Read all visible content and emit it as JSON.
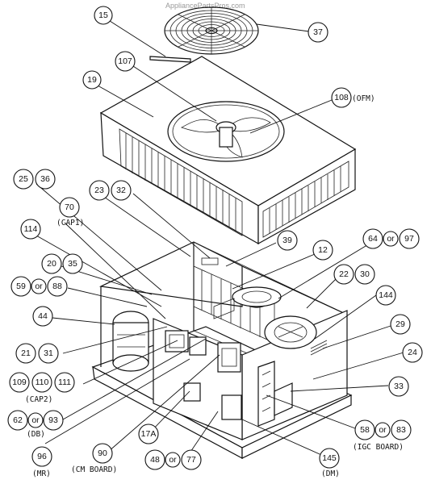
{
  "watermark": "AppliancePartsPros.com",
  "labels": {
    "c15": "15",
    "c37": "37",
    "c107": "107",
    "c19": "19",
    "c108": "108",
    "t_ofm": "(OFM)",
    "c25": "25",
    "c36": "36",
    "c23": "23",
    "c32": "32",
    "c70": "70",
    "t_cap1": "(CAP1)",
    "c114": "114",
    "c39": "39",
    "c12": "12",
    "c64": "64",
    "or1": "or",
    "c97": "97",
    "c20": "20",
    "c35": "35",
    "c59": "59",
    "or2": "or",
    "c88": "88",
    "c22": "22",
    "c30": "30",
    "c144": "144",
    "c44": "44",
    "c29": "29",
    "c21": "21",
    "c31": "31",
    "c24": "24",
    "c109": "109",
    "c110": "110",
    "c111": "111",
    "t_cap2": "(CAP2)",
    "c33": "33",
    "c62": "62",
    "or3": "or",
    "c93": "93",
    "t_db": "(DB)",
    "c58": "58",
    "or4": "or",
    "c83": "83",
    "t_igc": "(IGC BOARD)",
    "c17a": "17A",
    "c96": "96",
    "c90": "90",
    "c48": "48",
    "or5": "or",
    "c77": "77",
    "c145": "145",
    "t_mr": "(MR)",
    "t_cm": "(CM BOARD)",
    "t_dm": "(DM)"
  },
  "colors": {
    "ink": "#111111",
    "paper": "#ffffff",
    "watermark": "#9a9a9a"
  }
}
